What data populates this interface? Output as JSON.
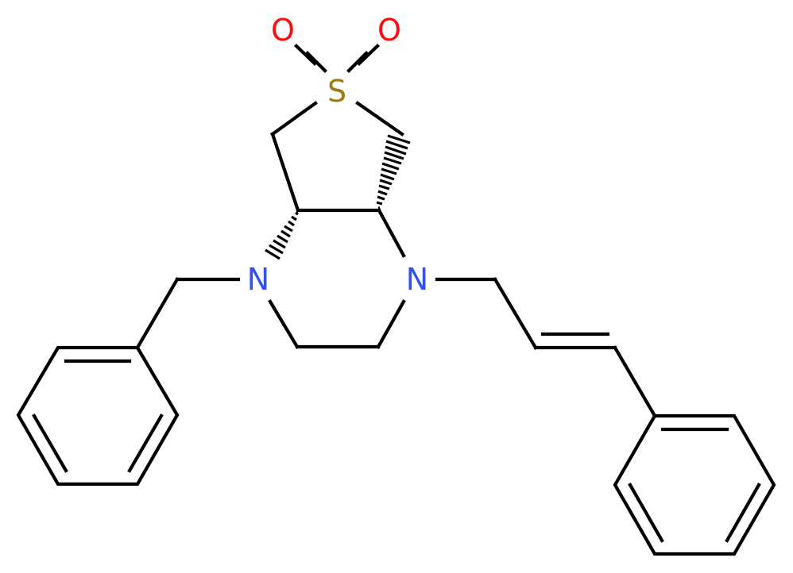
{
  "diagram": {
    "type": "chemical-structure",
    "atoms": {
      "s1": {
        "label": "S",
        "color": "#9f7c12"
      },
      "o1": {
        "label": "O",
        "color": "#ff0d0d"
      },
      "o2": {
        "label": "O",
        "color": "#ff0d0d"
      },
      "n1": {
        "label": "N",
        "color": "#3050f8"
      },
      "n2": {
        "label": "N",
        "color": "#3050f8"
      }
    },
    "bond_color": "#000000",
    "background": "#ffffff"
  }
}
